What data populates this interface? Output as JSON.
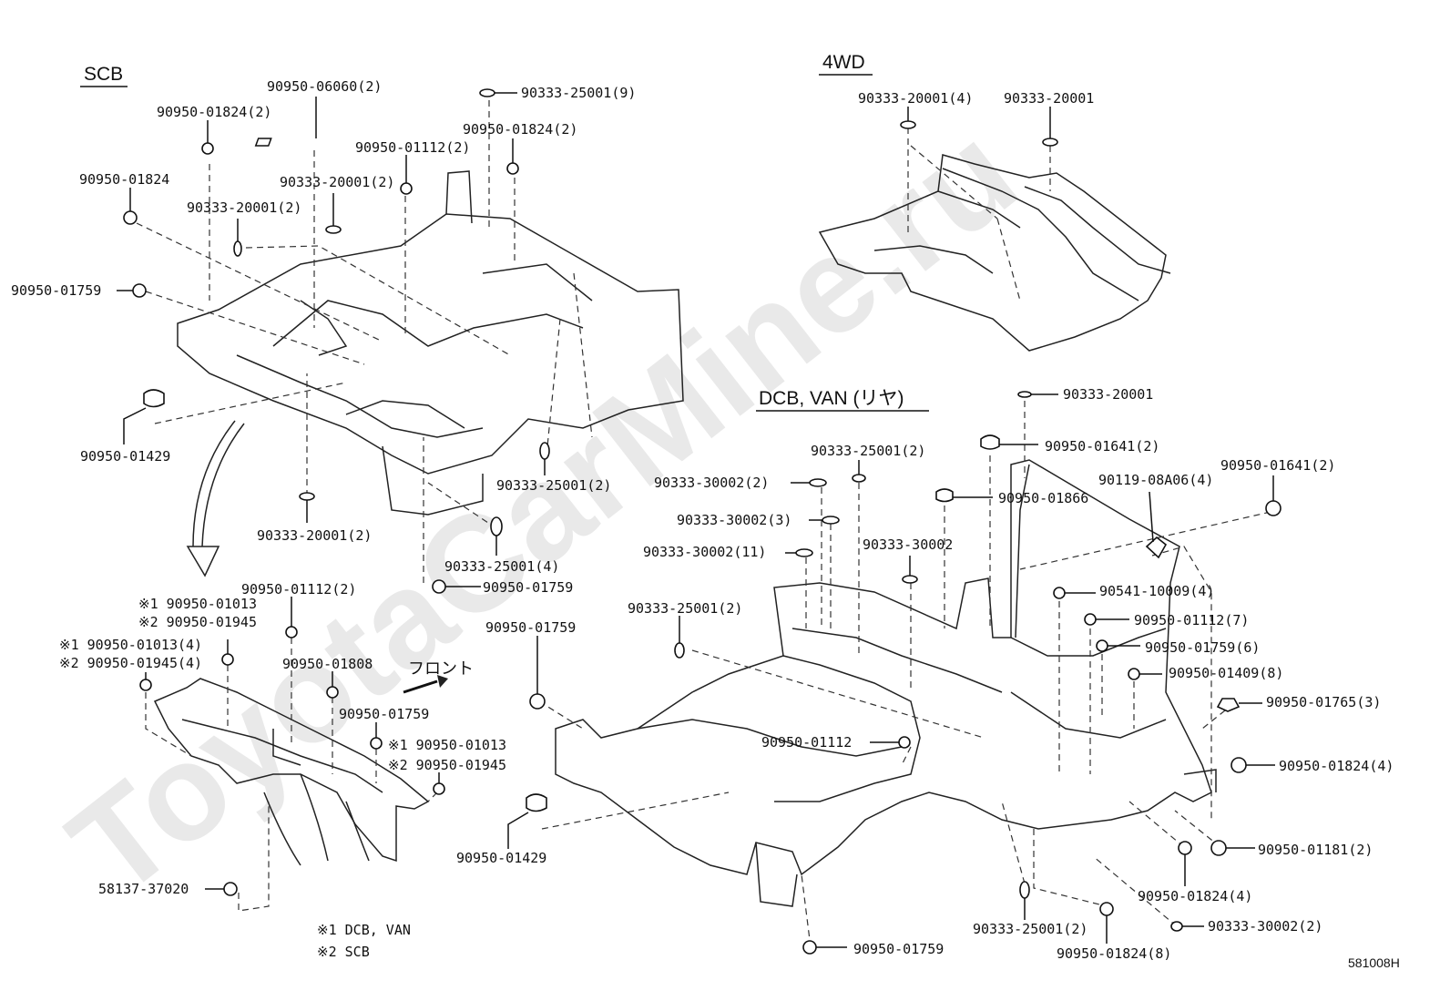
{
  "watermark": "ToyotaCarMine.ru",
  "sections": {
    "scb": "SCB",
    "wd4": "4WD",
    "dcb_van": "DCB, VAN (リヤ)"
  },
  "front_label": "フロント",
  "labels": {
    "scb_06060": "90950-06060(2)",
    "scb_01824_2": "90950-01824(2)",
    "scb_25001_9": "90333-25001(9)",
    "scb_01824_2b": "90950-01824(2)",
    "scb_01112_2": "90950-01112(2)",
    "scb_20001_2a": "90333-20001(2)",
    "scb_01824": "90950-01824",
    "scb_20001_2b": "90333-20001(2)",
    "scb_01759": "90950-01759",
    "scb_01429": "90950-01429",
    "scb_25001_2": "90333-25001(2)",
    "scb_20001_2c": "90333-20001(2)",
    "scb_25001_4": "90333-25001(4)",
    "scb_01759b": "90950-01759",
    "wd_20001_4": "90333-20001(4)",
    "wd_20001": "90333-20001",
    "dv_20001": "90333-20001",
    "dv_01641_2": "90950-01641(2)",
    "dv_25001_2": "90333-25001(2)",
    "dv_01641_2b": "90950-01641(2)",
    "dv_30002_2": "90333-30002(2)",
    "dv_08a06": "90119-08A06(4)",
    "dv_01866": "90950-01866",
    "dv_30002_3": "90333-30002(3)",
    "dv_30002_11": "90333-30002(11)",
    "dv_30002": "90333-30002",
    "dv_10009": "90541-10009(4)",
    "dv_25001_2b": "90333-25001(2)",
    "dv_01112_7": "90950-01112(7)",
    "dv_01759": "90950-01759",
    "dv_01759_6": "90950-01759(6)",
    "dv_01409_8": "90950-01409(8)",
    "dv_01765_3": "90950-01765(3)",
    "dv_01112": "90950-01112",
    "dv_01824_4": "90950-01824(4)",
    "dv_01429": "90950-01429",
    "dv_01181_2": "90950-01181(2)",
    "dv_01824_4b": "90950-01824(4)",
    "dv_25001_2c": "90333-25001(2)",
    "dv_30002_2b": "90333-30002(2)",
    "dv_01759b": "90950-01759",
    "dv_01824_8": "90950-01824(8)",
    "fr_01112_2": "90950-01112(2)",
    "fr_m1_01013": "※1 90950-01013",
    "fr_m2_01945": "※2 90950-01945",
    "fr_m1_01013_4": "※1 90950-01013(4)",
    "fr_m2_01945_4": "※2 90950-01945(4)",
    "fr_01808": "90950-01808",
    "fr_01759": "90950-01759",
    "fr_m1_01013b": "※1 90950-01013",
    "fr_m2_01945b": "※2 90950-01945",
    "fr_37020": "58137-37020"
  },
  "legend": {
    "note1": "※1  DCB, VAN",
    "note2": "※2  SCB"
  },
  "diagram_code": "581008H"
}
